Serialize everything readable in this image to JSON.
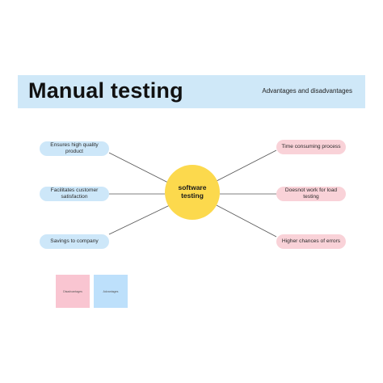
{
  "header": {
    "title": "Manual testing",
    "subtitle": "Advantages and disadvantages"
  },
  "hub": {
    "label": "software testing"
  },
  "advantages": [
    {
      "label": "Ensures high quality product"
    },
    {
      "label": "Facilitates customer satisfaction"
    },
    {
      "label": "Savings to company"
    }
  ],
  "disadvantages": [
    {
      "label": "Time consuming process"
    },
    {
      "label": "Doesnot work for load testing"
    },
    {
      "label": "Higher chances of errors"
    }
  ],
  "legend": {
    "disadvantages_note": "Disadvantages",
    "advantages_note": "Advantages"
  },
  "colors": {
    "header_bg": "#cfe8f8",
    "hub": "#fcd94d",
    "advantage": "#cde7f9",
    "disadvantage": "#f9d2d8",
    "connector": "#555555"
  }
}
